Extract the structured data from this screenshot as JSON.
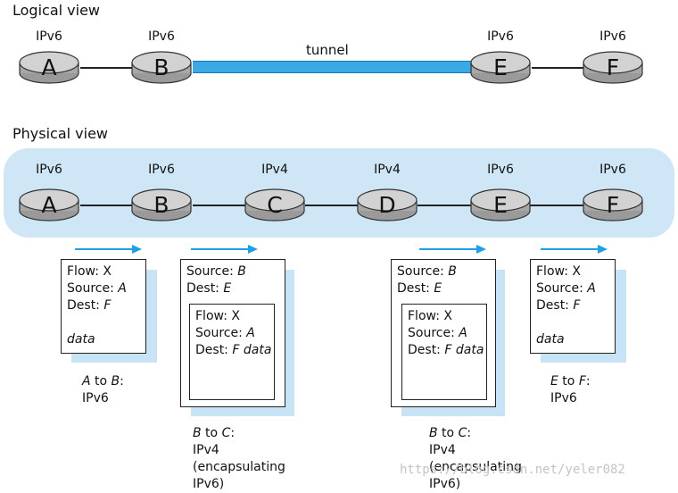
{
  "logical": {
    "title": "Logical view",
    "tunnel_label": "tunnel",
    "nodes": [
      {
        "name": "A",
        "proto": "IPv6"
      },
      {
        "name": "B",
        "proto": "IPv6"
      },
      {
        "name": "E",
        "proto": "IPv6"
      },
      {
        "name": "F",
        "proto": "IPv6"
      }
    ]
  },
  "physical": {
    "title": "Physical view",
    "nodes": [
      {
        "name": "A",
        "proto": "IPv6"
      },
      {
        "name": "B",
        "proto": "IPv6"
      },
      {
        "name": "C",
        "proto": "IPv4"
      },
      {
        "name": "D",
        "proto": "IPv4"
      },
      {
        "name": "E",
        "proto": "IPv6"
      },
      {
        "name": "F",
        "proto": "IPv6"
      }
    ]
  },
  "packets": {
    "a_to_b": {
      "flow": "Flow: X",
      "source_prefix": "Source: ",
      "source_value": "A",
      "dest_prefix": "Dest: ",
      "dest_value": "F",
      "data": "data",
      "caption_from": "A",
      "caption_mid": " to ",
      "caption_to": "B",
      "caption_end": ":",
      "caption_line2": "IPv6"
    },
    "b_to_c": {
      "outer_source_prefix": "Source: ",
      "outer_source_value": "B",
      "outer_dest_prefix": "Dest: ",
      "outer_dest_value": "E",
      "flow": "Flow: X",
      "source_prefix": "Source: ",
      "source_value": "A",
      "dest_prefix": "Dest: ",
      "dest_value": "F",
      "data": "data",
      "caption_from": "B",
      "caption_mid": " to ",
      "caption_to": "C",
      "caption_end": ":",
      "caption_line2": "IPv4",
      "caption_line3": "(encapsulating",
      "caption_line4": "IPv6)"
    },
    "d_to_e": {
      "outer_source_prefix": "Source: ",
      "outer_source_value": "B",
      "outer_dest_prefix": "Dest: ",
      "outer_dest_value": "E",
      "flow": "Flow: X",
      "source_prefix": "Source: ",
      "source_value": "A",
      "dest_prefix": "Dest: ",
      "dest_value": "F",
      "data": "data",
      "caption_from": "B",
      "caption_mid": " to ",
      "caption_to": "C",
      "caption_end": ":",
      "caption_line2": "IPv4",
      "caption_line3": "(encapsulating",
      "caption_line4": "IPv6)"
    },
    "e_to_f": {
      "flow": "Flow: X",
      "source_prefix": "Source: ",
      "source_value": "A",
      "dest_prefix": "Dest: ",
      "dest_value": "F",
      "data": "data",
      "caption_from": "E",
      "caption_mid": " to ",
      "caption_to": "F",
      "caption_end": ":",
      "caption_line2": "IPv6"
    }
  },
  "watermark": "https://blog.csdn.net/yeler082",
  "colors": {
    "tunnel": "#3aa9e6",
    "band": "#cfe6f7",
    "arrow": "#1ea0e6",
    "router": "#d2d2d2"
  }
}
